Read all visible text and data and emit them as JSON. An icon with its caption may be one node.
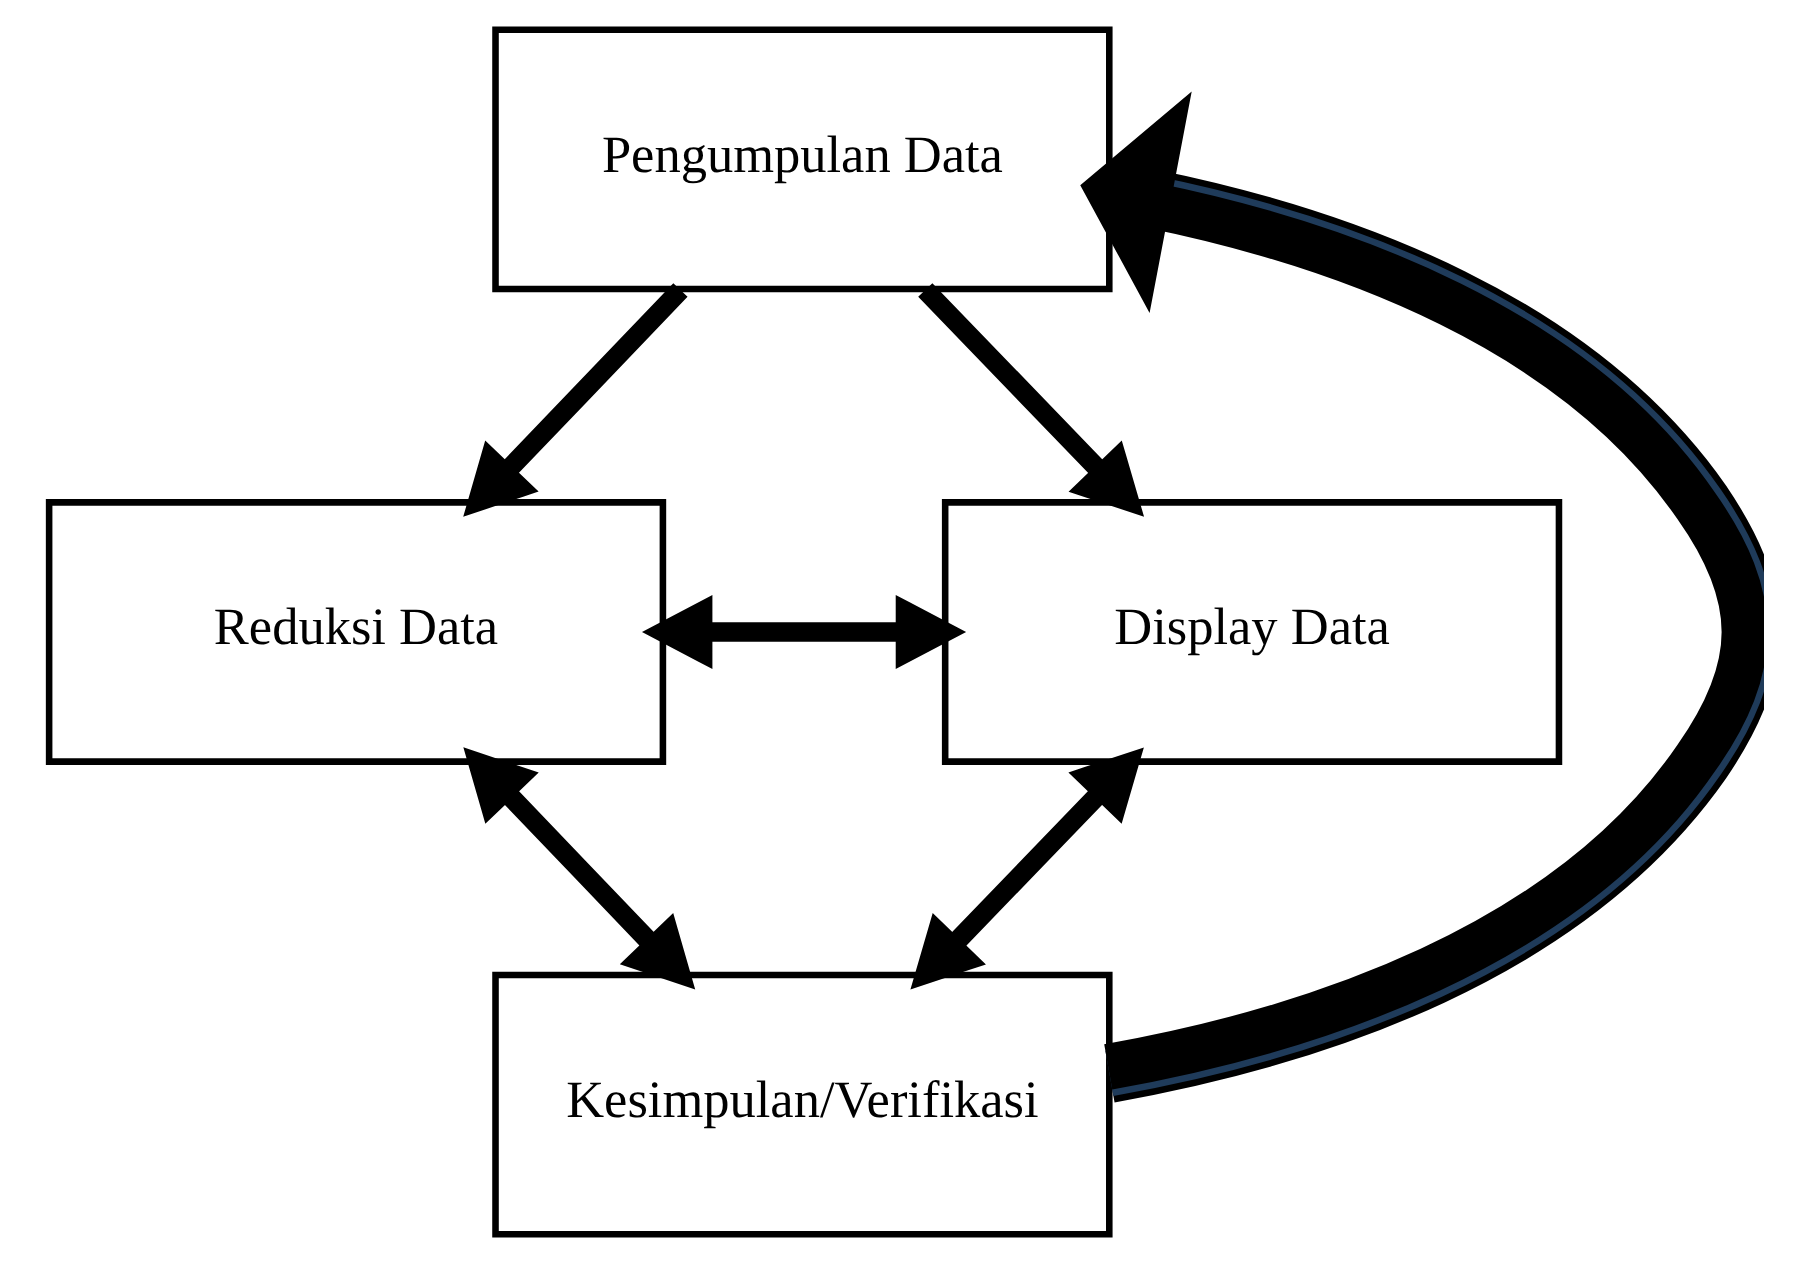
{
  "diagram": {
    "nodes": [
      {
        "text": [
          "Pengumpulan Data"
        ]
      },
      {
        "text": [
          "Reduksi Data"
        ]
      },
      {
        "text": [
          "Display Data"
        ]
      },
      {
        "text": [
          "Kesimpulan/Verifikasi"
        ]
      }
    ],
    "edges": [
      {
        "from": 0,
        "to": 1,
        "arrow": "to"
      },
      {
        "from": 0,
        "to": 2,
        "arrow": "to"
      },
      {
        "from": 1,
        "to": 2,
        "arrow": "both"
      },
      {
        "from": 1,
        "to": 3,
        "arrow": "both"
      },
      {
        "from": 2,
        "to": 3,
        "arrow": "both"
      },
      {
        "from": 3,
        "to": 0,
        "arrow": "to",
        "style": "thick"
      }
    ]
  }
}
